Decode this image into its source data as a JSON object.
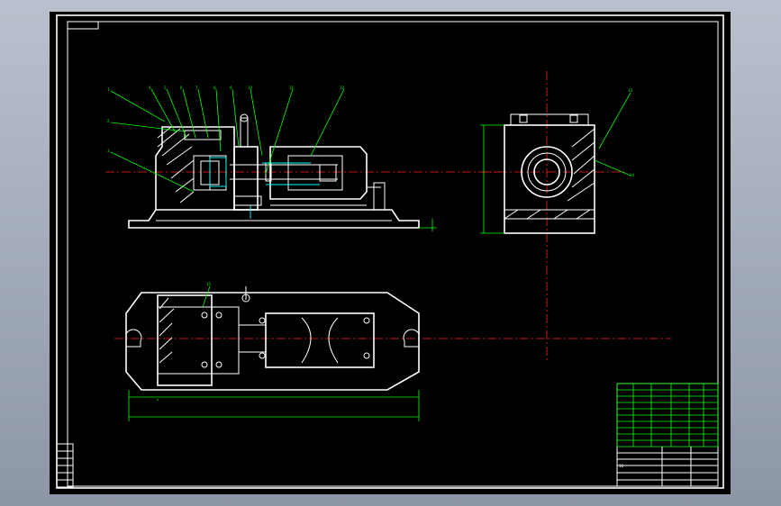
{
  "window": {
    "background": "#000000",
    "frame_color": "#b4bcca"
  },
  "colors": {
    "outline": "#ffffff",
    "dimension": "#00ff00",
    "centerline": "#ff2020",
    "hidden": "#00ffff"
  },
  "balloons": [
    "1",
    "2",
    "3",
    "4",
    "5",
    "6",
    "7",
    "8",
    "9",
    "10",
    "11",
    "12",
    "13",
    "14",
    "15",
    "16"
  ]
}
